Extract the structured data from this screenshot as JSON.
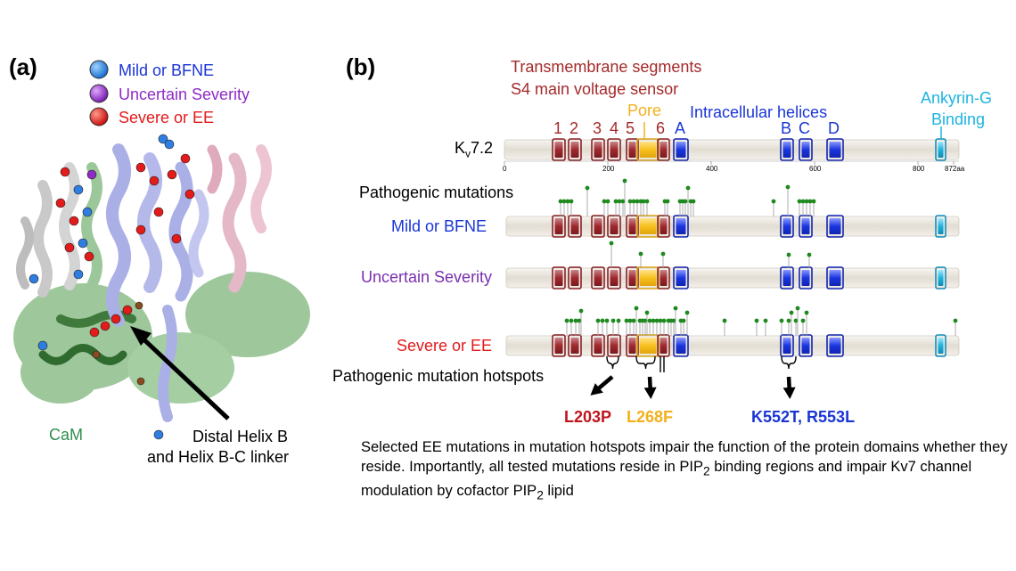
{
  "panel_a": {
    "label": "(a)",
    "legend": [
      {
        "label": "Mild or BFNE",
        "color": "#2e7de0"
      },
      {
        "label": "Uncertain Severity",
        "color": "#8e2bc5"
      },
      {
        "label": "Severe or EE",
        "color": "#e31b1b"
      }
    ],
    "cam_label": "CaM",
    "arrow_label_line1": "Distal Helix B",
    "arrow_label_line2": "and Helix B-C linker"
  },
  "panel_b": {
    "label": "(b)",
    "header_line1": "Transmembrane segments",
    "header_line2": "S4 main voltage sensor",
    "pore_label": "Pore",
    "intracellular_label": "Intracellular helices",
    "ankyrin_line1": "Ankyrin-G",
    "ankyrin_line2": "Binding",
    "segment_numbers": [
      "1",
      "2",
      "3",
      "4",
      "5",
      "6"
    ],
    "helix_letters": [
      "A",
      "B",
      "C",
      "D"
    ],
    "protein_label_main": "K",
    "protein_label_sub": "v",
    "protein_label_rest": "7.2",
    "axis_ticks": [
      "0",
      "200",
      "400",
      "600",
      "800",
      "872aa"
    ],
    "pathogenic_title": "Pathogenic mutations",
    "rows": [
      {
        "label": "Mild or BFNE",
        "color": "#1a35d6"
      },
      {
        "label": "Uncertain Severity",
        "color": "#7a2fae"
      },
      {
        "label": "Severe or EE",
        "color": "#e31b1b"
      }
    ],
    "hotspots_title": "Pathogenic mutation hotspots",
    "mutations": [
      {
        "label": "L203P",
        "color": "#c0141d"
      },
      {
        "label": "L268F",
        "color": "#f2b01c"
      },
      {
        "label": "K552T, R553L",
        "color": "#1a35d6"
      }
    ],
    "caption_part1": "Selected EE mutations in mutation hotspots impair the function of the protein domains whether they reside. Importantly, all tested mutations reside in PIP",
    "caption_sub1": "2",
    "caption_part2": " binding regions and impair Kv7 channel modulation by cofactor PIP",
    "caption_sub2": "2",
    "caption_part3": " lipid"
  },
  "colors": {
    "tm_red": "#a0282d",
    "pore_yellow": "#f7c11e",
    "helix_blue": "#1a35e0",
    "ankyrin_cyan": "#1cb4e0",
    "bar_grey": "#eae6de",
    "mutation_green": "#1e8a1e"
  }
}
